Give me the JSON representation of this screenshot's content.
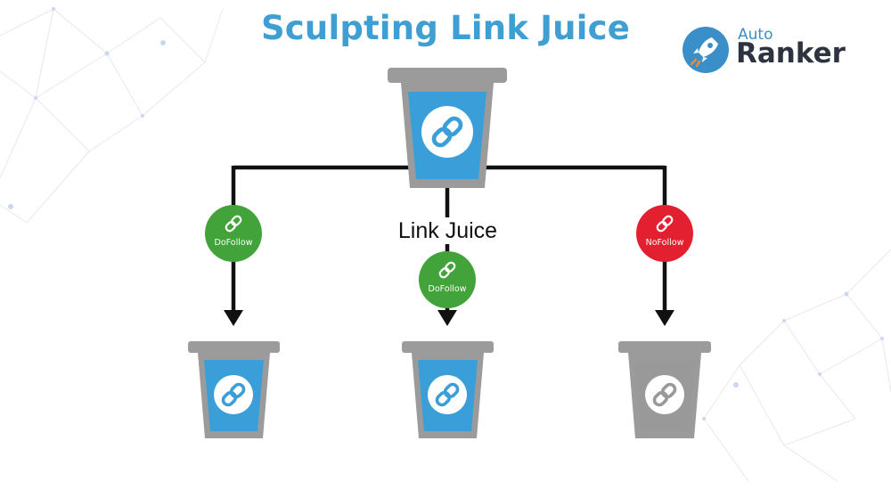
{
  "title": "Sculpting Link Juice",
  "logo": {
    "top_text": "Auto",
    "main_text": "Ranker",
    "icon": "rocket-icon"
  },
  "flow_label": "Link Juice",
  "badges": {
    "left": {
      "label": "DoFollow",
      "icon": "link-icon",
      "color": "#43a33b"
    },
    "center": {
      "label": "DoFollow",
      "icon": "link-icon",
      "color": "#43a33b"
    },
    "right": {
      "label": "NoFollow",
      "icon": "link-icon",
      "color": "#e2202f"
    }
  },
  "cups": {
    "source": {
      "liquid_color": "#3a9fd9",
      "icon": "link-icon",
      "filled": true
    },
    "left": {
      "liquid_color": "#3a9fd9",
      "icon": "link-icon",
      "filled": true
    },
    "center": {
      "liquid_color": "#3a9fd9",
      "icon": "link-icon",
      "filled": true
    },
    "right": {
      "liquid_color": "#999999",
      "icon": "link-icon",
      "filled": false
    }
  },
  "colors": {
    "accent": "#3f9fd2",
    "cup_body": "#9b9b9b",
    "connector": "#111111"
  }
}
